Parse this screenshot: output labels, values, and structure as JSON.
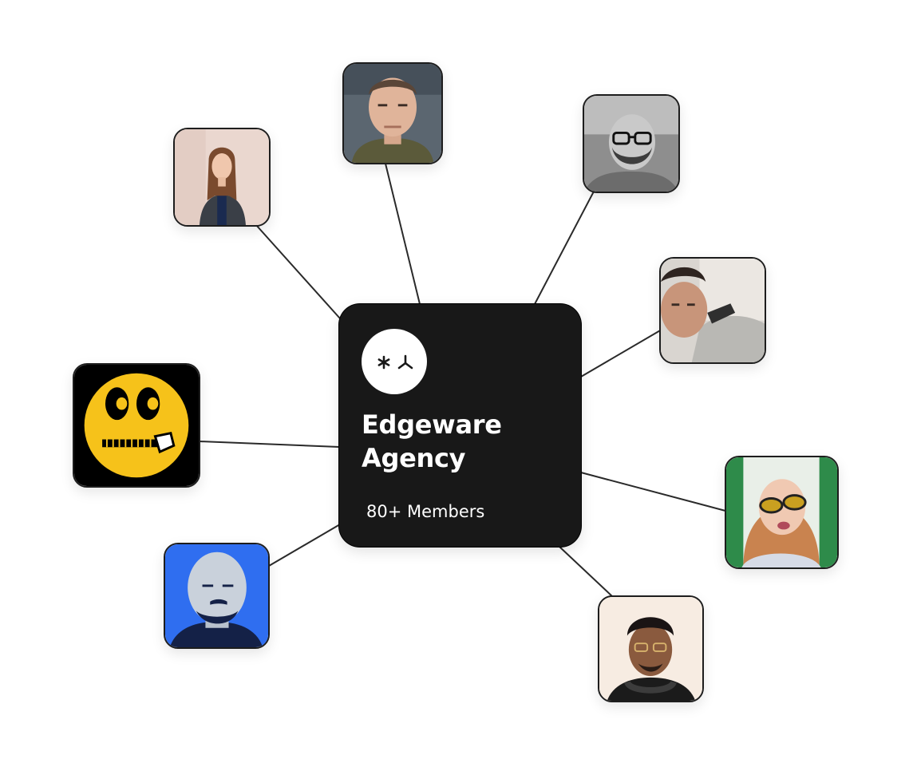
{
  "hub": {
    "name_line1": "Edgeware",
    "name_line2": "Agency",
    "members_label": "80+ Members",
    "logo_icon": "asterisk-and-tripod-logo-icon",
    "background_color": "#181818"
  },
  "members": [
    {
      "id": "presenter-woman",
      "icon": "avatar-photo-woman-presenting"
    },
    {
      "id": "man-portrait",
      "icon": "avatar-photo-man-portrait"
    },
    {
      "id": "bearded-man-glasses",
      "icon": "avatar-photo-bearded-man-glasses"
    },
    {
      "id": "man-lying-down",
      "icon": "avatar-photo-man-selfie"
    },
    {
      "id": "zipper-smiley",
      "icon": "avatar-zipped-mouth-smiley",
      "accent_color": "#f6c21a"
    },
    {
      "id": "woman-sunglasses",
      "icon": "avatar-photo-woman-sunglasses"
    },
    {
      "id": "illustrated-man",
      "icon": "avatar-illustration-bald-man",
      "accent_color": "#2f6ef0"
    },
    {
      "id": "man-headphones",
      "icon": "avatar-photo-man-headphones"
    }
  ]
}
